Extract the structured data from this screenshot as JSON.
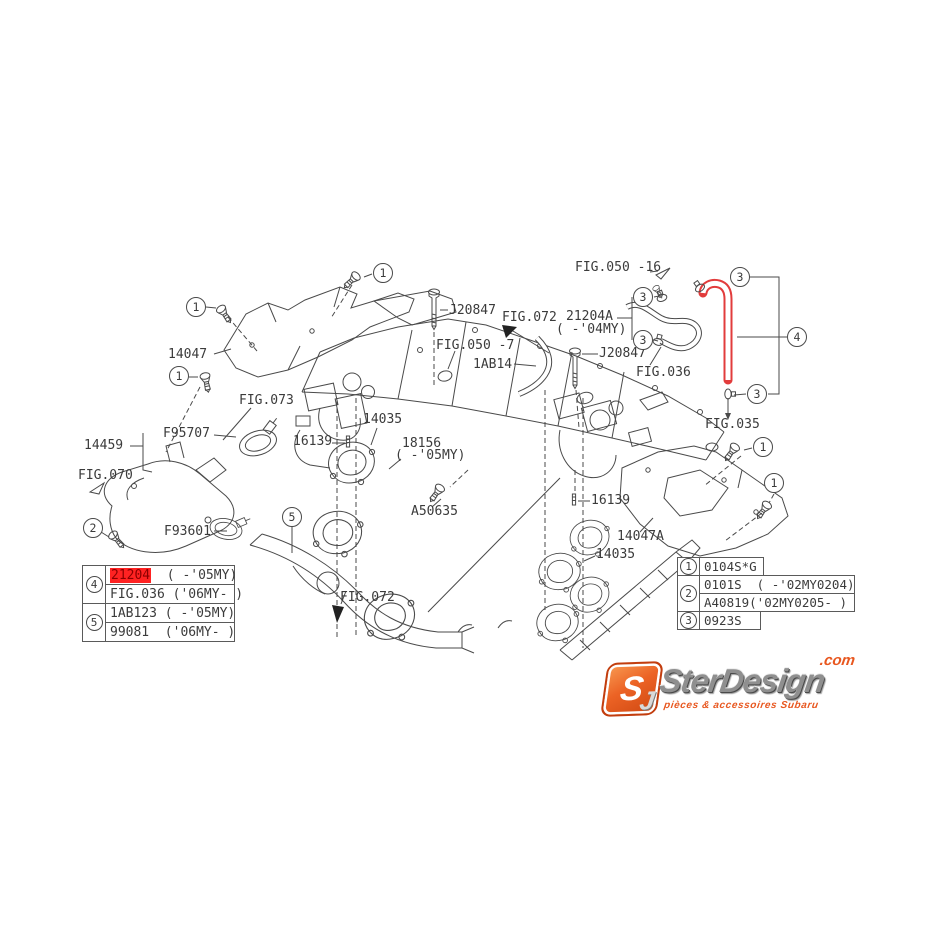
{
  "colors": {
    "highlight_red": "#ff2222",
    "hose_red": "#e23c3c",
    "line": "#4a4a4a",
    "logo_orange": "#e8571f"
  },
  "labels": {
    "fig050_16": "FIG.050 -16",
    "j20847_top": "J20847",
    "fig072_top": "FIG.072",
    "p21204a": "21204A",
    "p21204a_note": "( -'04MY)",
    "fig050_7": "FIG.050 -7",
    "j20847_mid": "J20847",
    "p1ab14": "1AB14",
    "fig036": "FIG.036",
    "p14047": "14047",
    "fig073": "FIG.073",
    "p14035_left": "14035",
    "p16139_left": "16139",
    "p18156": "18156",
    "p18156_note": "( -'05MY)",
    "p14459": "14459",
    "f95707": "F95707",
    "fig070": "FIG.070",
    "a50635": "A50635",
    "f93601": "F93601",
    "fig072_bottom": "FIG.072",
    "p16139_right": "16139",
    "p14047a": "14047A",
    "p14035_right": "14035",
    "fig035": "FIG.035"
  },
  "callouts": {
    "c1": "1",
    "c2": "2",
    "c3": "3",
    "c4": "4",
    "c5": "5"
  },
  "left_table": {
    "callout_a": "4",
    "callout_b": "5",
    "row1_code": "21204",
    "row1_note": "  ( -'05MY)",
    "row2": "FIG.036 ('06MY- )",
    "row3": "1AB123 ( -'05MY)",
    "row4": "99081  ('06MY- )"
  },
  "right_table": {
    "callout_a": "1",
    "callout_b": "2",
    "callout_c": "3",
    "row1": "0104S*G",
    "row2": "0101S  ( -'02MY0204)",
    "row3": "A40819('02MY0205- )",
    "row4": "0923S"
  },
  "logo": {
    "icon_letter": "S",
    "icon_letter2": "J",
    "brand": "SterDesign",
    "tld": ".com",
    "tagline": "pièces & accessoires Subaru"
  }
}
